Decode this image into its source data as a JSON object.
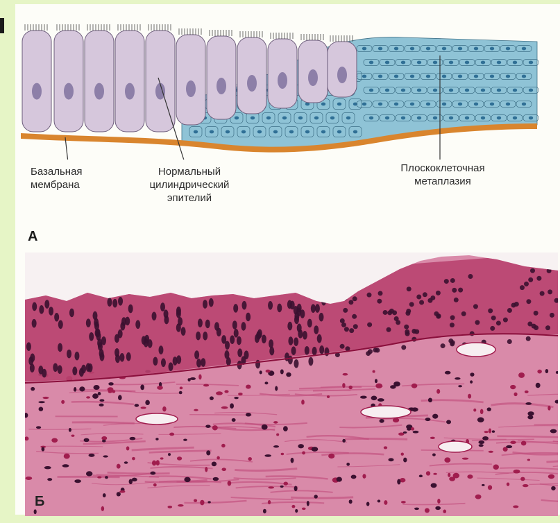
{
  "panel_a": {
    "letter": "А",
    "labels": {
      "basal_membrane": [
        "Базальная",
        "мембрана"
      ],
      "normal_epithelium": [
        "Нормальный",
        "цилиндрический",
        "эпителий"
      ],
      "squamous_metaplasia": [
        "Плоскоклеточная",
        "метаплазия"
      ]
    }
  },
  "panel_b": {
    "letter": "Б"
  },
  "colors": {
    "columnar_cell": "#d6c7dc",
    "columnar_nucleus": "#8d7fa8",
    "squamous_cell": "#8fc3d6",
    "squamous_nucleus": "#2f6f95",
    "basement_membrane": "#d9852e",
    "stain_pink": "#c0457c",
    "stain_nuclei": "#3a1130",
    "frame": "#e6f5c6"
  }
}
